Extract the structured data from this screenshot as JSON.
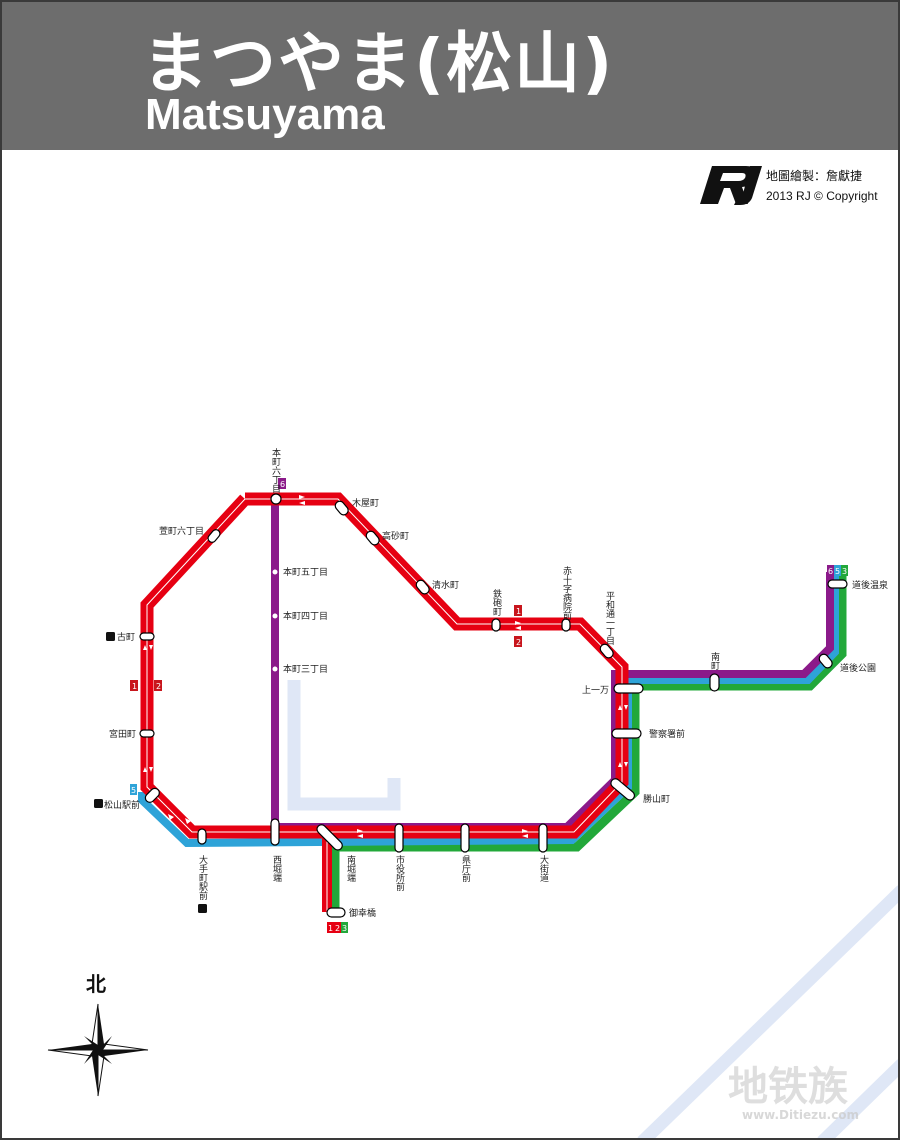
{
  "header": {
    "title_jp": "まつやま(松山)",
    "title_en": "Matsuyama"
  },
  "credit": {
    "logo": "RJ",
    "line1": "地圖繪製：詹獻捷",
    "line2": "2013 RJ © Copyright"
  },
  "compass": {
    "north_label": "北"
  },
  "watermark": {
    "text": "地铁族",
    "url": "www.Ditiezu.com"
  },
  "colors": {
    "line1_2": "#e60012",
    "line3": "#22a83a",
    "line5": "#2ea3d8",
    "line6": "#8b1a8a",
    "header": "#6d6d6d"
  },
  "badges": {
    "b1": "1",
    "b2": "2",
    "b3": "3",
    "b5": "5",
    "b6": "6"
  },
  "stations": {
    "honmachi6": "本町六丁目",
    "honmachi5": "本町五丁目",
    "honmachi4": "本町四丁目",
    "honmachi3": "本町三丁目",
    "kiyacho": "木屋町",
    "takasagocho": "高砂町",
    "shimizumachi": "清水町",
    "teppocho": "鉄砲町",
    "sekijuji": "赤十字病院前",
    "heiwadori": "平和通一丁目",
    "kamiichiman": "上一万",
    "minamimachi": "南町",
    "dogokoen": "道後公園",
    "dogoonsen": "道後温泉",
    "keisatsusho": "警察署前",
    "katsuyamacho": "勝山町",
    "okaido": "大街道",
    "kenchomae": "県庁前",
    "shiyakusho": "市役所前",
    "minamihoribata": "南堀端",
    "miyukibashi": "御幸橋",
    "nishihoribata": "西堀端",
    "otemachi": "大手町駅前",
    "matsuyamaekimae": "松山駅前",
    "miyatacho": "宮田町",
    "komachi": "古町",
    "kayamachi": "萱町六丁目"
  }
}
